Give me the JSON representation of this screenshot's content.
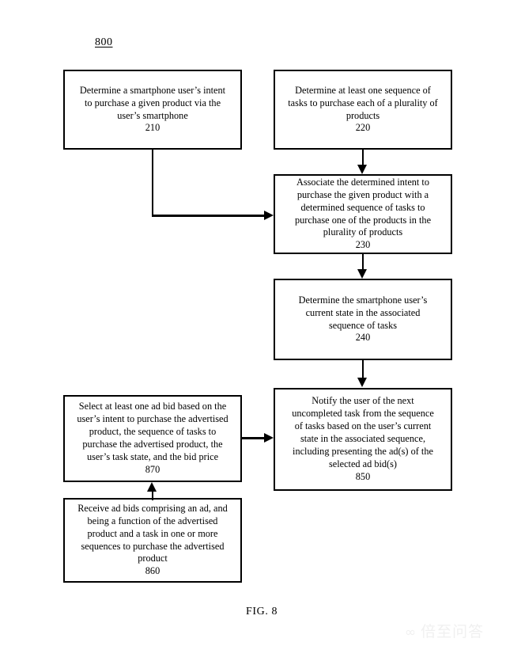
{
  "figure": {
    "diagram_ref": "800",
    "caption": "FIG. 8"
  },
  "nodes": [
    {
      "id": "210",
      "text": "Determine a smartphone user’s intent\nto purchase a given product via the\nuser’s smartphone",
      "ref": "210"
    },
    {
      "id": "220",
      "text": "Determine at least one sequence of\ntasks to purchase each of a plurality of\nproducts",
      "ref": "220"
    },
    {
      "id": "230",
      "text": "Associate the determined intent to\npurchase the given product with a\ndetermined sequence of tasks to\npurchase one of the products in the\nplurality of products",
      "ref": "230"
    },
    {
      "id": "240",
      "text": "Determine the smartphone user’s\ncurrent state in the associated\nsequence of tasks",
      "ref": "240"
    },
    {
      "id": "850",
      "text": "Notify the user of the next\nuncompleted task from the sequence\nof tasks based on the user’s current\nstate in the associated sequence,\nincluding presenting the ad(s) of the\nselected ad bid(s)",
      "ref": "850"
    },
    {
      "id": "870",
      "text": "Select at least one ad bid based on the\nuser’s intent to purchase the advertised\nproduct, the sequence of tasks to\npurchase the advertised product, the\nuser’s task state, and the bid price",
      "ref": "870"
    },
    {
      "id": "860",
      "text": "Receive ad bids comprising an ad, and\nbeing a function of the advertised\nproduct and a task in one or more\nsequences to purchase the advertised\nproduct",
      "ref": "860"
    }
  ],
  "watermark": {
    "mark": "∞",
    "text": "倍至问答"
  },
  "colors": {
    "stroke": "#000000",
    "background": "#ffffff",
    "watermark": "#f0f0f0"
  }
}
